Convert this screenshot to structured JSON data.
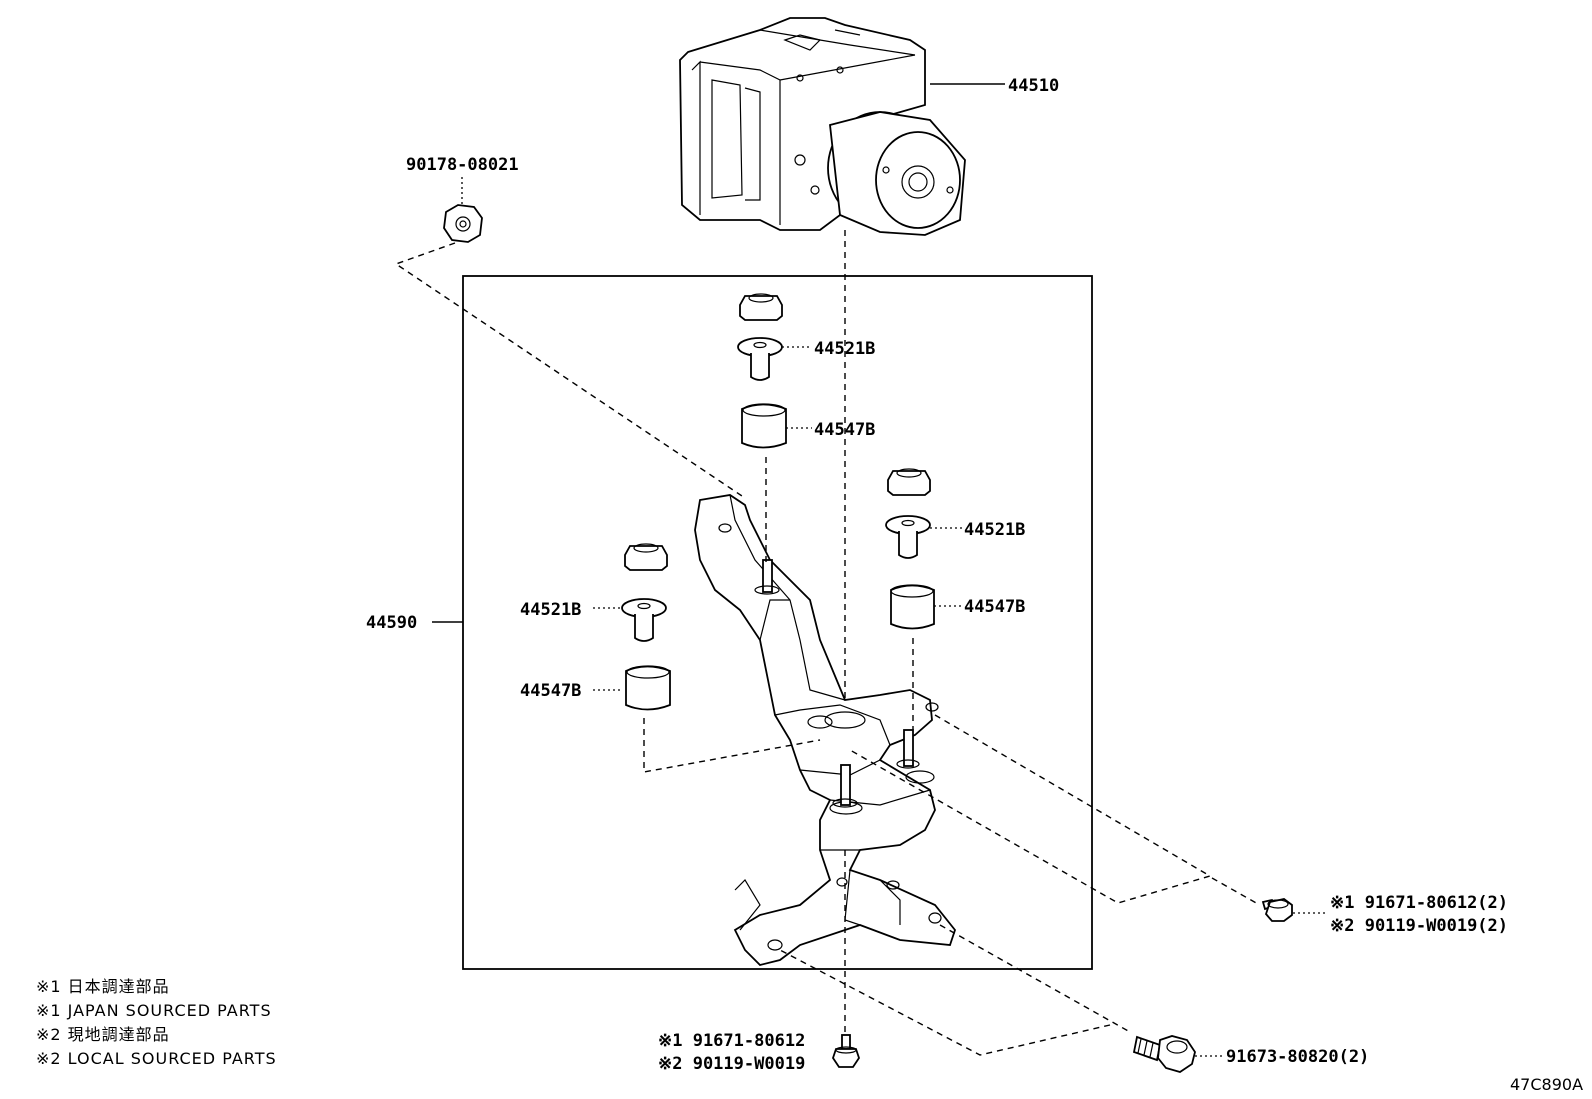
{
  "callouts": {
    "hydraulic_unit": "44510",
    "nut": "90178-08021",
    "bracket_assy": "44590",
    "retainer_top": "44521B",
    "cushion_top": "44547B",
    "retainer_right": "44521B",
    "cushion_right": "44547B",
    "retainer_left": "44521B",
    "cushion_left": "44547B",
    "bolt_right_1": "※1 91671-80612(2)",
    "bolt_right_2": "※2 90119-W0019(2)",
    "bolt_bottom_1": "※1 91671-80612",
    "bolt_bottom_2": "※2 90119-W0019",
    "bolt_big": "91673-80820(2)"
  },
  "legend": [
    "※1 日本調達部品",
    "※1 JAPAN SOURCED PARTS",
    "※2 現地調達部品",
    "※2 LOCAL SOURCED PARTS"
  ],
  "figure_id": "47C890A"
}
